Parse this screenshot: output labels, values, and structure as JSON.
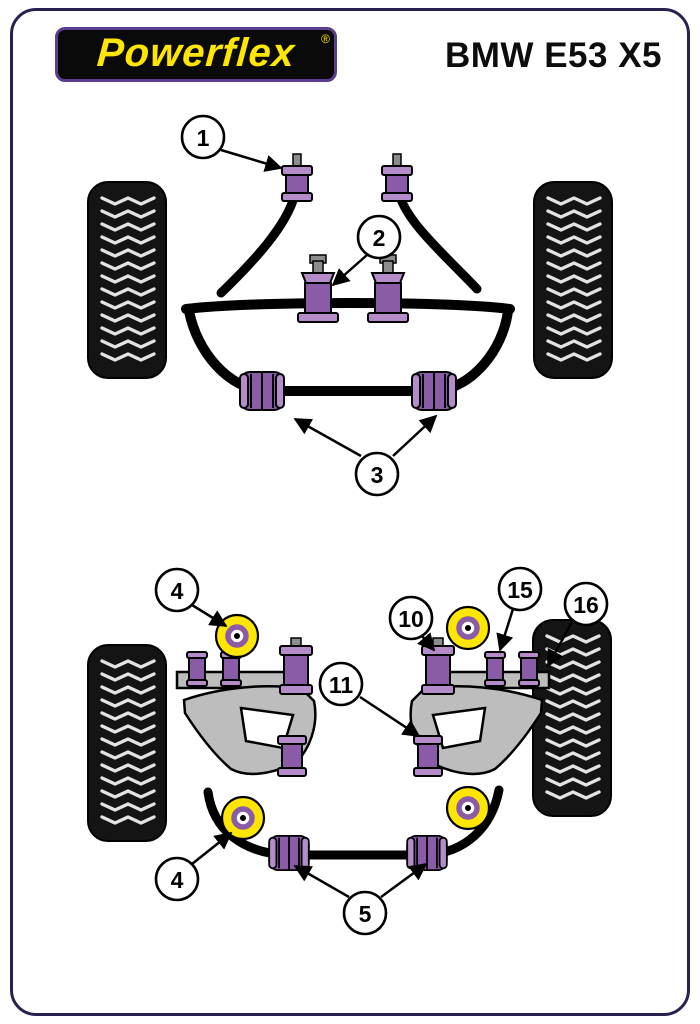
{
  "header": {
    "logo_text": "Powerflex",
    "registered_mark": "®",
    "vehicle_title": "BMW E53 X5"
  },
  "callouts": {
    "front": [
      "1",
      "2",
      "3"
    ],
    "rear_top": [
      "4",
      "10",
      "11",
      "15",
      "16"
    ],
    "rear_bottom": [
      "4",
      "5"
    ]
  },
  "colors": {
    "purple": "#8a5ba6",
    "purple-light": "#b48cc9",
    "yellow": "#ffe600",
    "logo-border": "#5b3e8f",
    "frame-border": "#2b2150",
    "arm-gray": "#bdbdbd"
  }
}
